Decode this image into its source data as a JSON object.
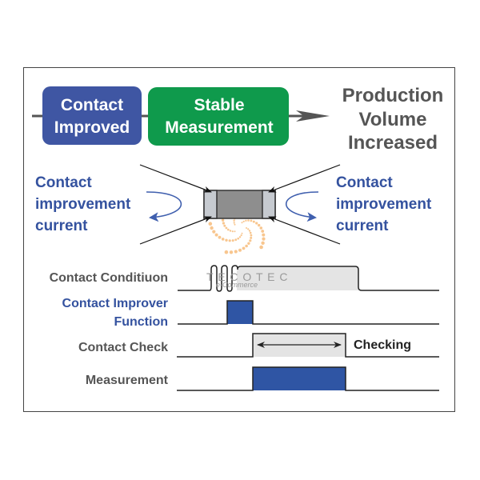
{
  "flow": {
    "step1": [
      "Contact",
      "Improved"
    ],
    "step2": [
      "Stable",
      "Measurement"
    ],
    "result": [
      "Production",
      "Volume",
      "Increased"
    ]
  },
  "component": {
    "left_label": [
      "Contact",
      "improvement",
      "current"
    ],
    "right_label": [
      "Contact",
      "improvement",
      "current"
    ]
  },
  "timing": {
    "rows": [
      {
        "label": [
          "Contact Conditiuon"
        ],
        "color": "gray"
      },
      {
        "label": [
          "Contact Improver",
          "Function"
        ],
        "color": "blue"
      },
      {
        "label": [
          "Contact Check"
        ],
        "color": "gray"
      },
      {
        "label": [
          "Measurement"
        ],
        "color": "gray"
      }
    ],
    "checking_label": "Checking"
  },
  "watermark": {
    "brand": "T E C O T E C",
    "sub": "e-Commerce"
  },
  "colors": {
    "blue_box": "#3f56a3",
    "green_box": "#0f9a4c",
    "blue_text": "#34529f",
    "gray_text": "#555555",
    "signal_fill_blue": "#2f55a4",
    "signal_fill_gray": "#e4e4e4",
    "watermark_orange": "#f5b36a"
  }
}
